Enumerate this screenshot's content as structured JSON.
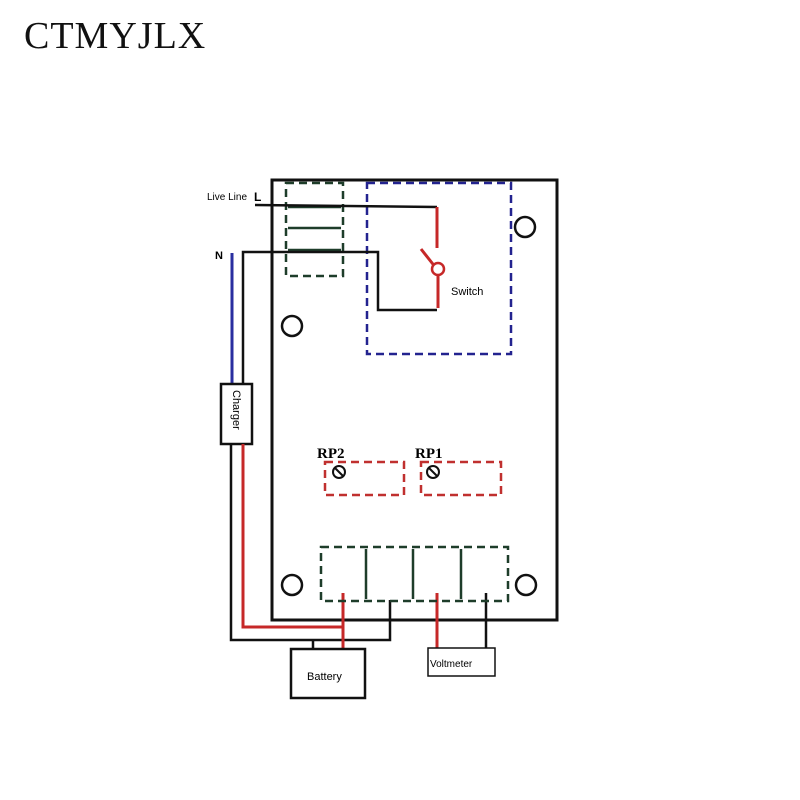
{
  "brand": "CTMYJLX",
  "labels": {
    "live_line": "Live Line",
    "live_letter": "L",
    "neutral": "N",
    "switch": "Switch",
    "charger": "Charger",
    "rp2": "RP2",
    "rp1": "RP1",
    "battery": "Battery",
    "voltmeter": "Voltmeter"
  },
  "colors": {
    "wire_black": "#111111",
    "wire_red": "#c62828",
    "wire_blue": "#2a2fa0",
    "relay_box": "#23238f",
    "terminal_green": "#1e3d2a",
    "pot_red": "#c0302f"
  }
}
